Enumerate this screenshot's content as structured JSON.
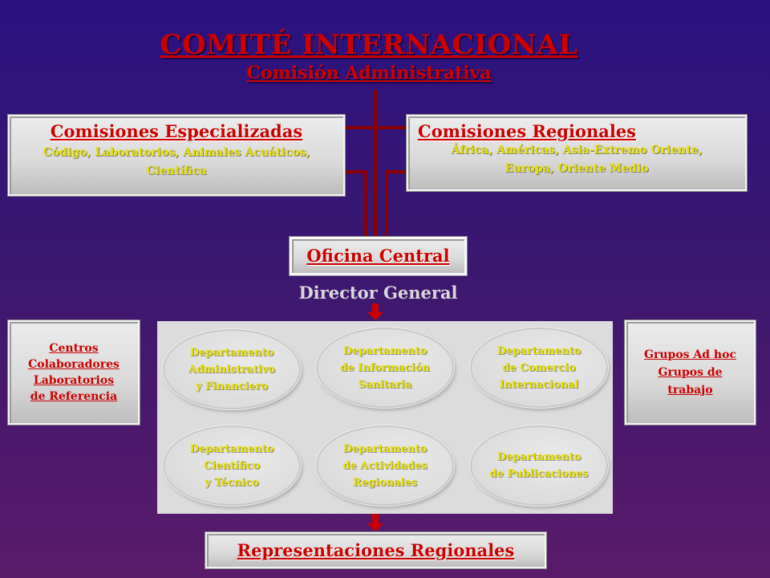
{
  "header": {
    "title": "COMITÉ INTERNACIONAL",
    "subtitle": "Comisión Administrativa"
  },
  "left_commission": {
    "title": "Comisiones Especializadas",
    "description": "Código, Laboratorios, Animales Acuáticos,\nCientífica"
  },
  "right_commission": {
    "title": "Comisiones Regionales",
    "description": "África, Américas, Asia-Extremo Oriente,\nEuropa, Oriente Medio"
  },
  "central_office": {
    "title": "Oficina Central",
    "director": "Director General"
  },
  "departments": [
    "Departamento\nAdministrativo\ny Financiero",
    "Departamento\nde Información\nSanitaria",
    "Departamento\nde Comercio\nInternacional",
    "Departamento\nCientífico\ny Técnico",
    "Departamento\nde Actividades\nRegionales",
    "Departamento\nde Publicaciones"
  ],
  "left_side": {
    "text": "Centros \nColaboradores\nLaboratorios \nde Referencia"
  },
  "right_side": {
    "text": "Grupos Ad hoc\nGrupos de\ntrabajo"
  },
  "footer": {
    "title": "Representaciones Regionales"
  },
  "colors": {
    "background_top": "#2a1280",
    "title_red": "#cc0000",
    "text_yellow": "#e8e000",
    "connector": "#8a0000",
    "panel_gray": "#d9d9d9"
  }
}
